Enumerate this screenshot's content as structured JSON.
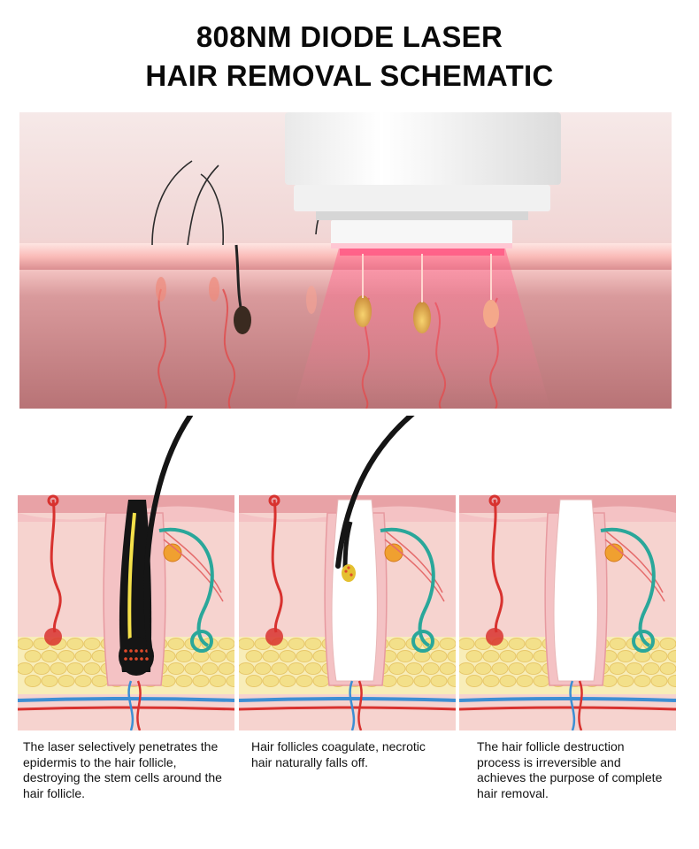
{
  "title": {
    "line1": "808NM DIODE LASER",
    "line2": "HAIR REMOVAL SCHEMATIC"
  },
  "captions": [
    "The laser selectively penetrates the epidermis to the hair follicle, destroying the stem cells around the hair follicle.",
    "Hair follicles coagulate, necrotic hair naturally falls off.",
    "The hair follicle destruction process is irreversible and achieves the purpose of complete hair removal."
  ],
  "colors": {
    "skin_top": "#e8a2a6",
    "skin_pink": "#f4c2c4",
    "dermis": "#f6d3cf",
    "fat": "#f3e08a",
    "vein_red": "#d8322f",
    "vein_blue": "#3d8fd4",
    "nerve_teal": "#2aa79a",
    "hair": "#151515",
    "laser": "#ff6b86"
  },
  "icons": [
    "laser-handpiece-icon",
    "hair-follicle-icon",
    "sweat-gland-icon",
    "sebaceous-gland-icon"
  ]
}
